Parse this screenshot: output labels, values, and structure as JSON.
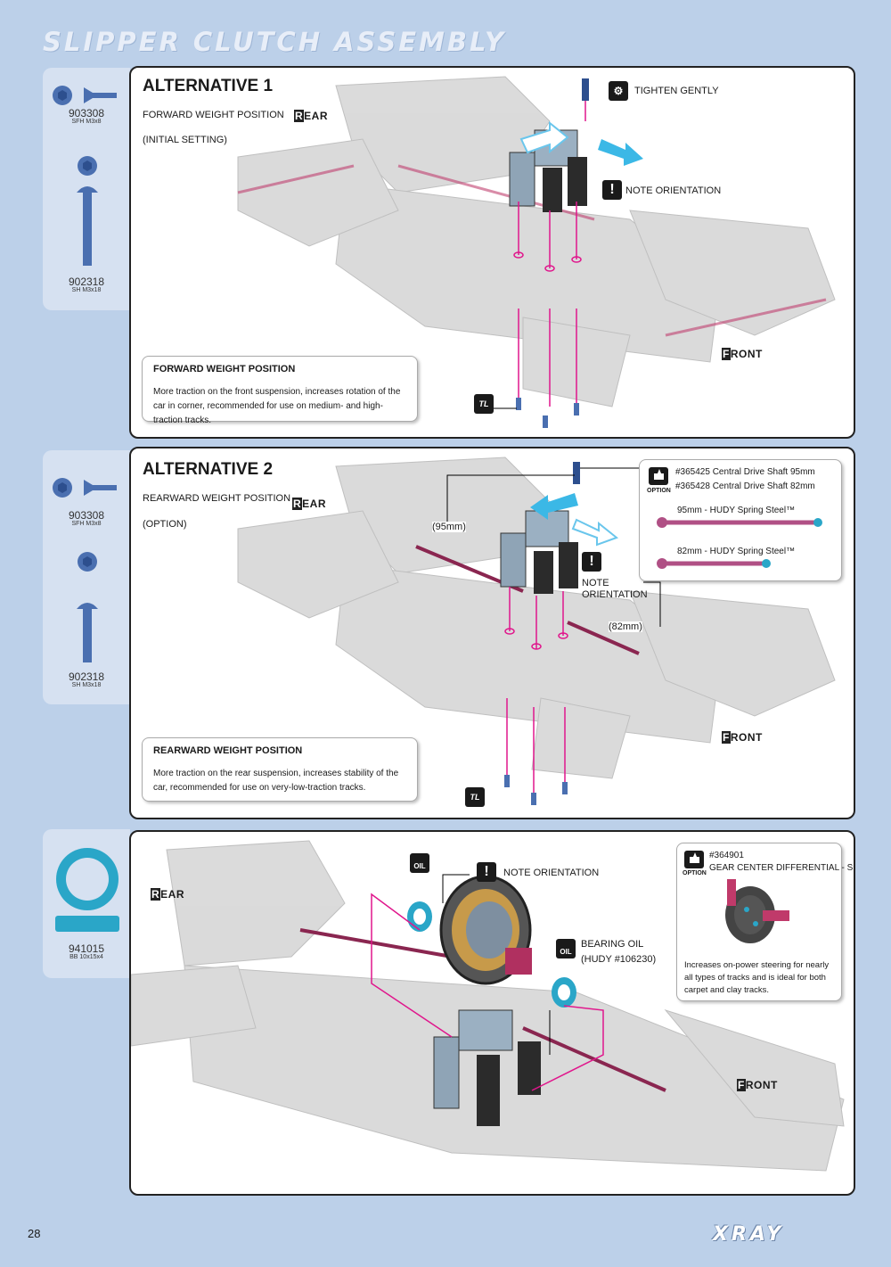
{
  "page": {
    "title": "SLIPPER CLUTCH ASSEMBLY",
    "number": "28",
    "brand": "XRAY"
  },
  "section1": {
    "parts": [
      {
        "code": "903308",
        "desc": "SFH M3x8"
      },
      {
        "code": "902318",
        "desc": "SH M3x18"
      }
    ],
    "title": "ALTERNATIVE 1",
    "subtitle": "FORWARD WEIGHT POSITION",
    "note": "(INITIAL SETTING)",
    "rear": "REAR",
    "front": "FRONT",
    "tighten": "TIGHTEN GENTLY",
    "orientation": "NOTE ORIENTATION",
    "tl": "TL",
    "info_title": "FORWARD WEIGHT POSITION",
    "info_text": "More traction on the front suspension, increases rotation of the car in corner, recommended for use on medium- and high-traction tracks."
  },
  "section2": {
    "parts": [
      {
        "code": "903308",
        "desc": "SFH M3x8"
      },
      {
        "code": "902318",
        "desc": "SH M3x18"
      }
    ],
    "title": "ALTERNATIVE 2",
    "subtitle": "REARWARD WEIGHT POSITION",
    "note": "(OPTION)",
    "rear": "REAR",
    "front": "FRONT",
    "len95": "(95mm)",
    "len82": "(82mm)",
    "orientation_1": "NOTE",
    "orientation_2": "ORIENTATION",
    "tl": "TL",
    "option_caption": "OPTION",
    "option_line1": "#365425 Central Drive Shaft 95mm",
    "option_line2": "#365428 Central Drive Shaft 82mm",
    "shaft95": "95mm - HUDY Spring Steel™",
    "shaft82": "82mm - HUDY Spring Steel™",
    "info_title": "REARWARD WEIGHT POSITION",
    "info_text": "More traction on the rear suspension, increases stability of the car, recommended for use on very-low-traction tracks."
  },
  "section3": {
    "parts": [
      {
        "code": "941015",
        "desc": "BB 10x15x4"
      }
    ],
    "rear": "REAR",
    "front": "FRONT",
    "oil": "OIL",
    "orientation": "NOTE ORIENTATION",
    "bearing_oil_1": "BEARING OIL",
    "bearing_oil_2": "(HUDY #106230)",
    "option_caption": "OPTION",
    "option_code": "#364901",
    "option_name": "GEAR CENTER DIFFERENTIAL - SET",
    "option_text": "Increases on-power steering for nearly all types of tracks and is ideal for both carpet and clay tracks."
  },
  "colors": {
    "background": "#bcd0e9",
    "sidebar": "#d6e1f1",
    "accent": "#e0168c",
    "part_blue": "#4a6fb0",
    "bearing": "#2aa6c8",
    "arrow": "#3bb8e6"
  }
}
